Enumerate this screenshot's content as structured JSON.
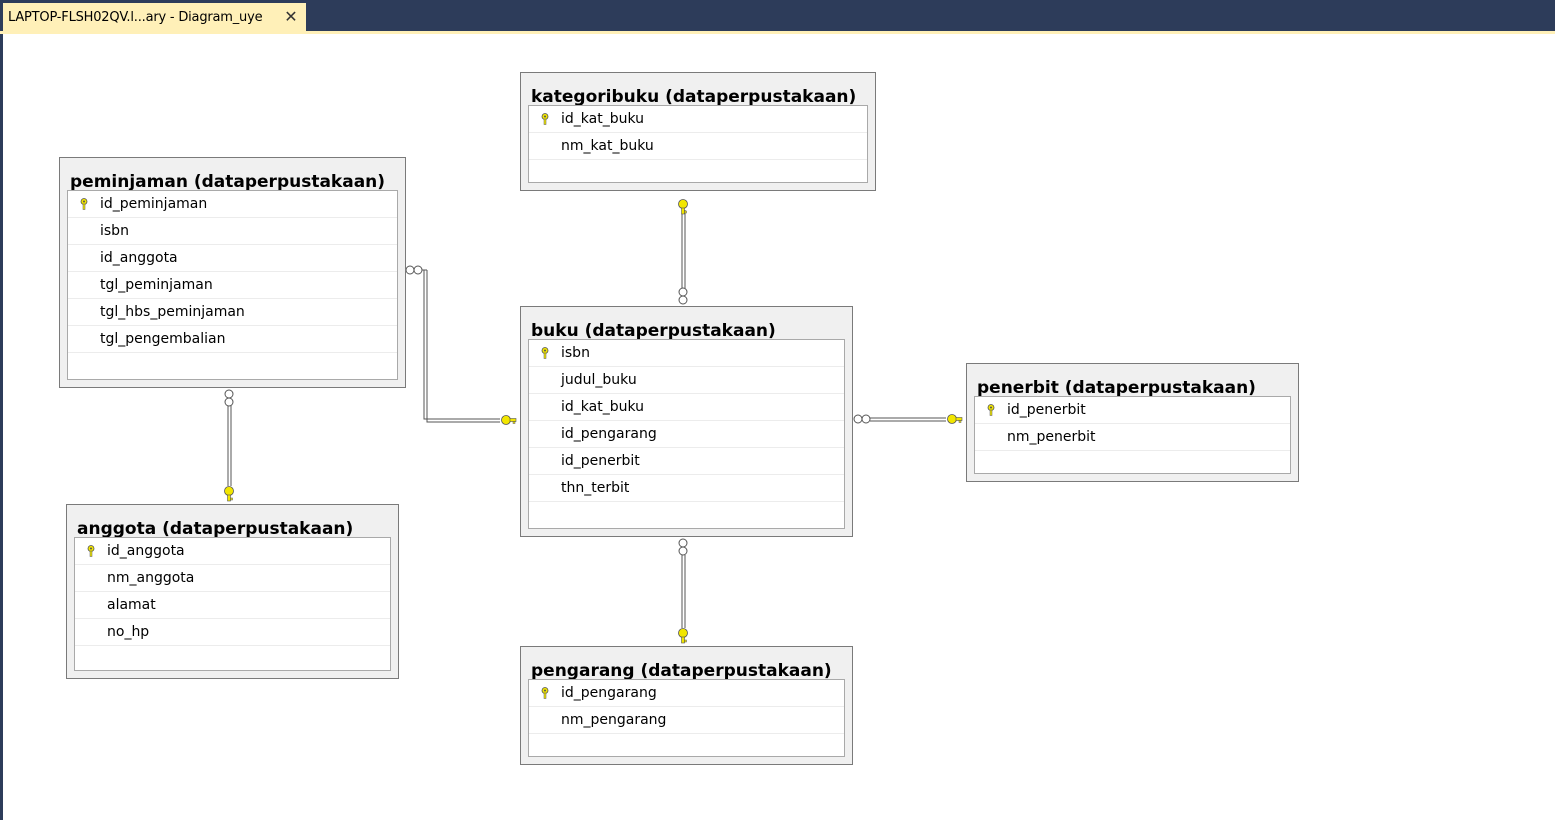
{
  "tab": {
    "title": "LAPTOP-FLSH02QV.l...ary - Diagram_uye",
    "close_glyph": "✕"
  },
  "tables": {
    "kategoribuku": {
      "title": "kategoribuku (dataperpustakaan)",
      "columns": [
        {
          "name": "id_kat_buku",
          "primary_key": true
        },
        {
          "name": "nm_kat_buku",
          "primary_key": false
        }
      ]
    },
    "peminjaman": {
      "title": "peminjaman (dataperpustakaan)",
      "columns": [
        {
          "name": "id_peminjaman",
          "primary_key": true
        },
        {
          "name": "isbn",
          "primary_key": false
        },
        {
          "name": "id_anggota",
          "primary_key": false
        },
        {
          "name": "tgl_peminjaman",
          "primary_key": false
        },
        {
          "name": "tgl_hbs_peminjaman",
          "primary_key": false
        },
        {
          "name": "tgl_pengembalian",
          "primary_key": false
        }
      ]
    },
    "buku": {
      "title": "buku (dataperpustakaan)",
      "columns": [
        {
          "name": "isbn",
          "primary_key": true
        },
        {
          "name": "judul_buku",
          "primary_key": false
        },
        {
          "name": "id_kat_buku",
          "primary_key": false
        },
        {
          "name": "id_pengarang",
          "primary_key": false
        },
        {
          "name": "id_penerbit",
          "primary_key": false
        },
        {
          "name": "thn_terbit",
          "primary_key": false
        }
      ]
    },
    "penerbit": {
      "title": "penerbit (dataperpustakaan)",
      "columns": [
        {
          "name": "id_penerbit",
          "primary_key": true
        },
        {
          "name": "nm_penerbit",
          "primary_key": false
        }
      ]
    },
    "anggota": {
      "title": "anggota (dataperpustakaan)",
      "columns": [
        {
          "name": "id_anggota",
          "primary_key": true
        },
        {
          "name": "nm_anggota",
          "primary_key": false
        },
        {
          "name": "alamat",
          "primary_key": false
        },
        {
          "name": "no_hp",
          "primary_key": false
        }
      ]
    },
    "pengarang": {
      "title": "pengarang (dataperpustakaan)",
      "columns": [
        {
          "name": "id_pengarang",
          "primary_key": true
        },
        {
          "name": "nm_pengarang",
          "primary_key": false
        }
      ]
    }
  },
  "relationships": [
    {
      "one": "kategoribuku",
      "many": "buku"
    },
    {
      "one": "buku",
      "many": "peminjaman"
    },
    {
      "one": "anggota",
      "many": "peminjaman"
    },
    {
      "one": "penerbit",
      "many": "buku"
    },
    {
      "one": "pengarang",
      "many": "buku"
    }
  ],
  "colors": {
    "tab_active": "#fff0b8",
    "chrome": "#2d3c5a",
    "key_icon": "#f2e600",
    "table_frame": "#f0f0f0"
  },
  "icons": {
    "primary_key": "key-icon",
    "one_end": "key-icon",
    "many_end": "infinity-icon",
    "close": "close-icon"
  }
}
